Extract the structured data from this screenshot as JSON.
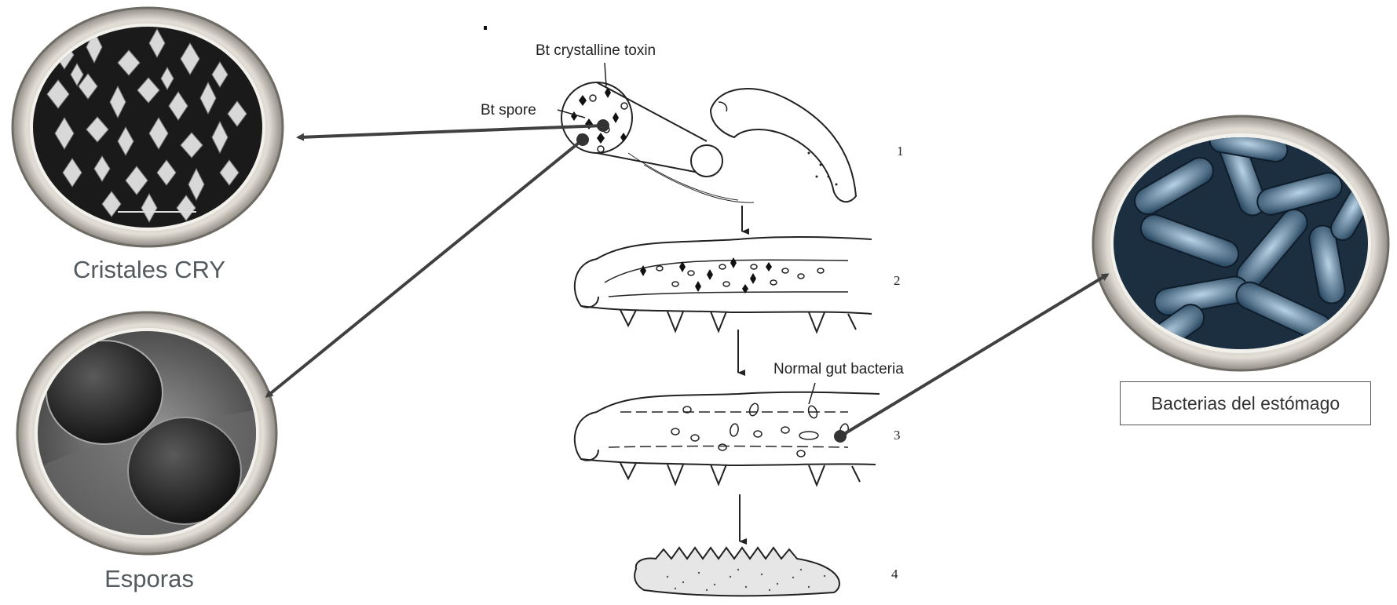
{
  "diagram": {
    "labels": {
      "toxin": "Bt crystalline toxin",
      "spore": "Bt spore",
      "gut_bacteria": "Normal gut bacteria"
    },
    "stage_numbers": [
      "1",
      "2",
      "3",
      "4"
    ]
  },
  "callouts": {
    "crystals": "Cristales CRY",
    "spores": "Esporas",
    "bacteria": "Bacterias del estómago"
  }
}
